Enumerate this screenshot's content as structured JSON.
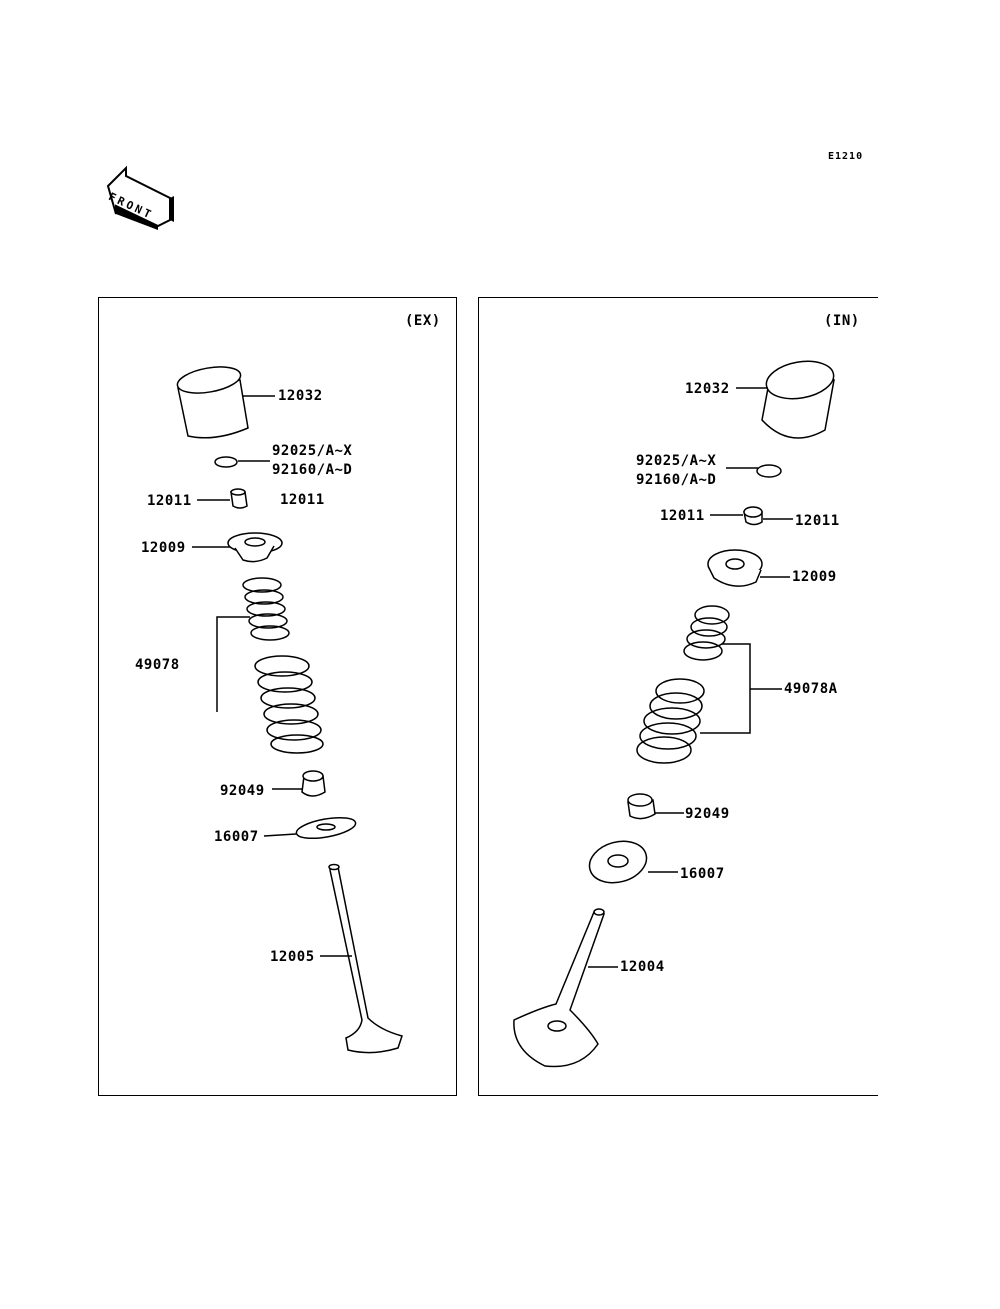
{
  "diagram_code": "E1210",
  "front_marker": "FRONT",
  "panels": {
    "ex": {
      "tag": "(EX)",
      "labels": {
        "tappet": "12032",
        "shim_1": "92025/A~X",
        "shim_2": "92160/A~D",
        "keeper_left": "12011",
        "keeper_right": "12011",
        "retainer": "12009",
        "spring": "49078",
        "seal": "92049",
        "seat": "16007",
        "valve": "12005"
      }
    },
    "in": {
      "tag": "(IN)",
      "labels": {
        "tappet": "12032",
        "shim_1": "92025/A~X",
        "shim_2": "92160/A~D",
        "keeper_left": "12011",
        "keeper_right": "12011",
        "retainer": "12009",
        "spring": "49078A",
        "seal": "92049",
        "seat": "16007",
        "valve": "12004"
      }
    }
  }
}
